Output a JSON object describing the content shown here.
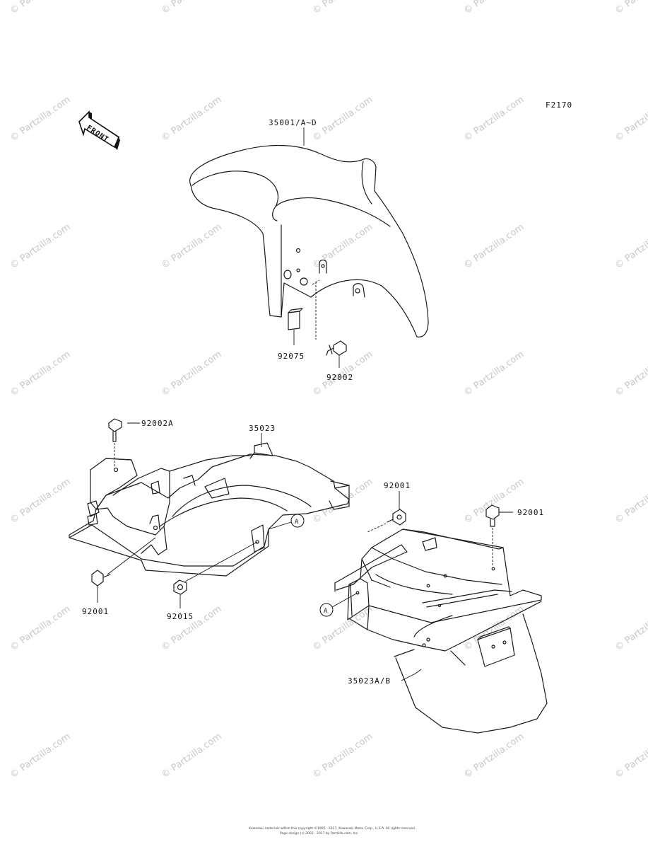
{
  "diagram": {
    "figure_code": "F2170",
    "front_label": "FRONT",
    "watermark": "© Partzilla.com",
    "callout_reference": "A",
    "parts": [
      {
        "id": "front-fender",
        "label": "35001/A~D"
      },
      {
        "id": "pad",
        "label": "92075"
      },
      {
        "id": "front-bolt",
        "label": "92002"
      },
      {
        "id": "inner-bolt",
        "label": "92002A"
      },
      {
        "id": "inner-fender",
        "label": "35023"
      },
      {
        "id": "inner-left-bolt",
        "label": "92001"
      },
      {
        "id": "nut",
        "label": "92015"
      },
      {
        "id": "rear-bolt-left",
        "label": "92001"
      },
      {
        "id": "rear-bolt-right",
        "label": "92001"
      },
      {
        "id": "rear-fender",
        "label": "35023A/B"
      }
    ],
    "footer_lines": [
      "Kawasaki materials within this copyright ©1995 - 2017, Kawasaki Motor Corp., U.S.A. All rights reserved.",
      "Page design (c) 2002 - 2017 by Partzilla.com, Inc."
    ]
  }
}
